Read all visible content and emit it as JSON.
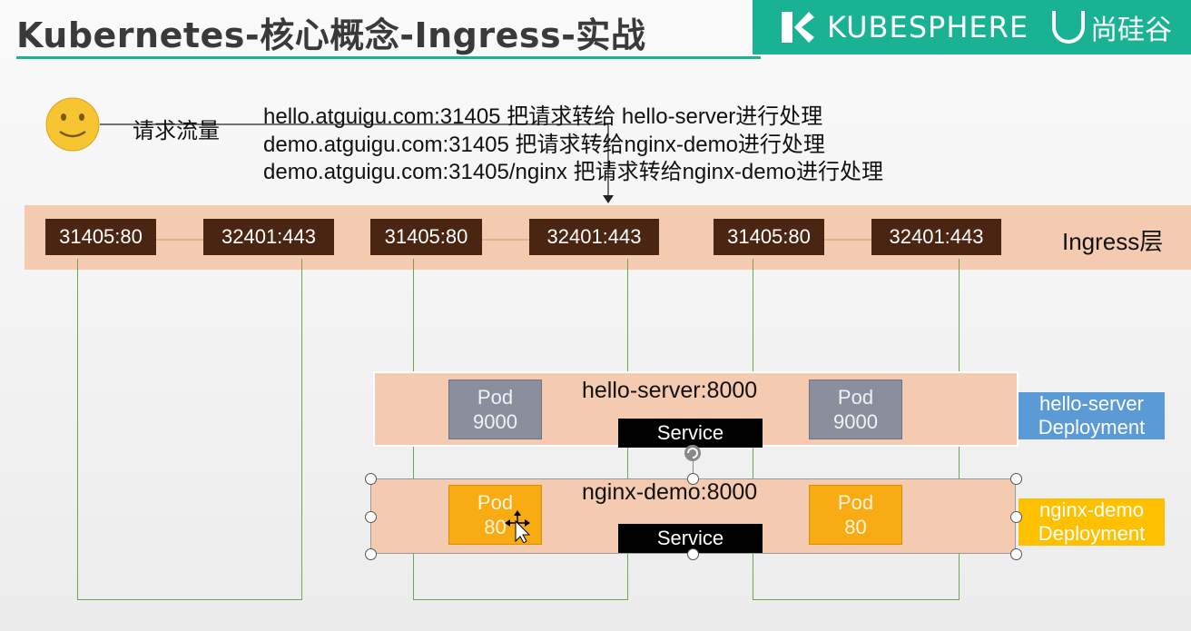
{
  "header": {
    "title": "Kubernetes-核心概念-Ingress-实战",
    "brand_name": "KUBESPHERE",
    "partner_name": "尚硅谷"
  },
  "traffic": {
    "label": "请求流量",
    "rules": [
      "hello.atguigu.com:31405 把请求转给 hello-server进行处理",
      "demo.atguigu.com:31405 把请求转给nginx-demo进行处理",
      "demo.atguigu.com:31405/nginx 把请求转给nginx-demo进行处理"
    ]
  },
  "ingress": {
    "label": "Ingress层",
    "ports": [
      "31405:80",
      "32401:443",
      "31405:80",
      "32401:443",
      "31405:80",
      "32401:443"
    ]
  },
  "services": [
    {
      "name": "hello-server:8000",
      "service_label": "Service",
      "pods": [
        {
          "title": "Pod",
          "port": "9000"
        },
        {
          "title": "Pod",
          "port": "9000"
        }
      ],
      "deployment": [
        "hello-server",
        "Deployment"
      ],
      "deployment_color": "#5b9bd5"
    },
    {
      "name": "nginx-demo:8000",
      "service_label": "Service",
      "pods": [
        {
          "title": "Pod",
          "port": "80"
        },
        {
          "title": "Pod",
          "port": "80"
        }
      ],
      "deployment": [
        "nginx-demo",
        "Deployment"
      ],
      "deployment_color": "#ffc000"
    }
  ],
  "colors": {
    "brand": "#19b394",
    "ingress_band": "#f4cbb0",
    "port_box": "#4a2511",
    "node_border": "#6aa84f"
  }
}
